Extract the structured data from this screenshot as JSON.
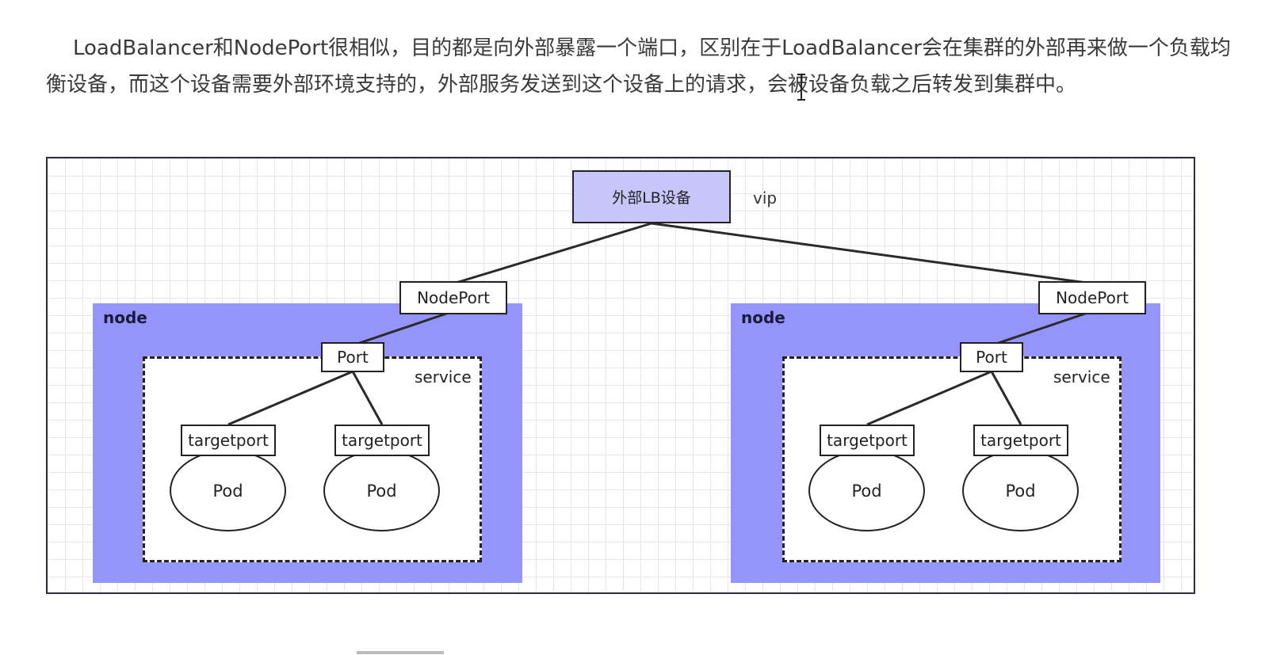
{
  "article": {
    "paragraph": "LoadBalancer和NodePort很相似，目的都是向外部暴露一个端口，区别在于LoadBalancer会在集群的外部再来做一个负载均衡设备，而这个设备需要外部环境支持的，外部服务发送到这个设备上的请求，会被设备负载之后转发到集群中。"
  },
  "diagram": {
    "lb_label": "外部LB设备",
    "vip_label": "vip",
    "nodes": [
      {
        "node_label": "node",
        "nodeport_label": "NodePort",
        "port_label": "Port",
        "service_label": "service",
        "targetports": [
          "targetport",
          "targetport"
        ],
        "pods": [
          "Pod",
          "Pod"
        ]
      },
      {
        "node_label": "node",
        "nodeport_label": "NodePort",
        "port_label": "Port",
        "service_label": "service",
        "targetports": [
          "targetport",
          "targetport"
        ],
        "pods": [
          "Pod",
          "Pod"
        ]
      }
    ]
  },
  "colors": {
    "node_fill": "#9494fb",
    "lb_fill": "#c6c6fb",
    "stroke": "#222222"
  }
}
